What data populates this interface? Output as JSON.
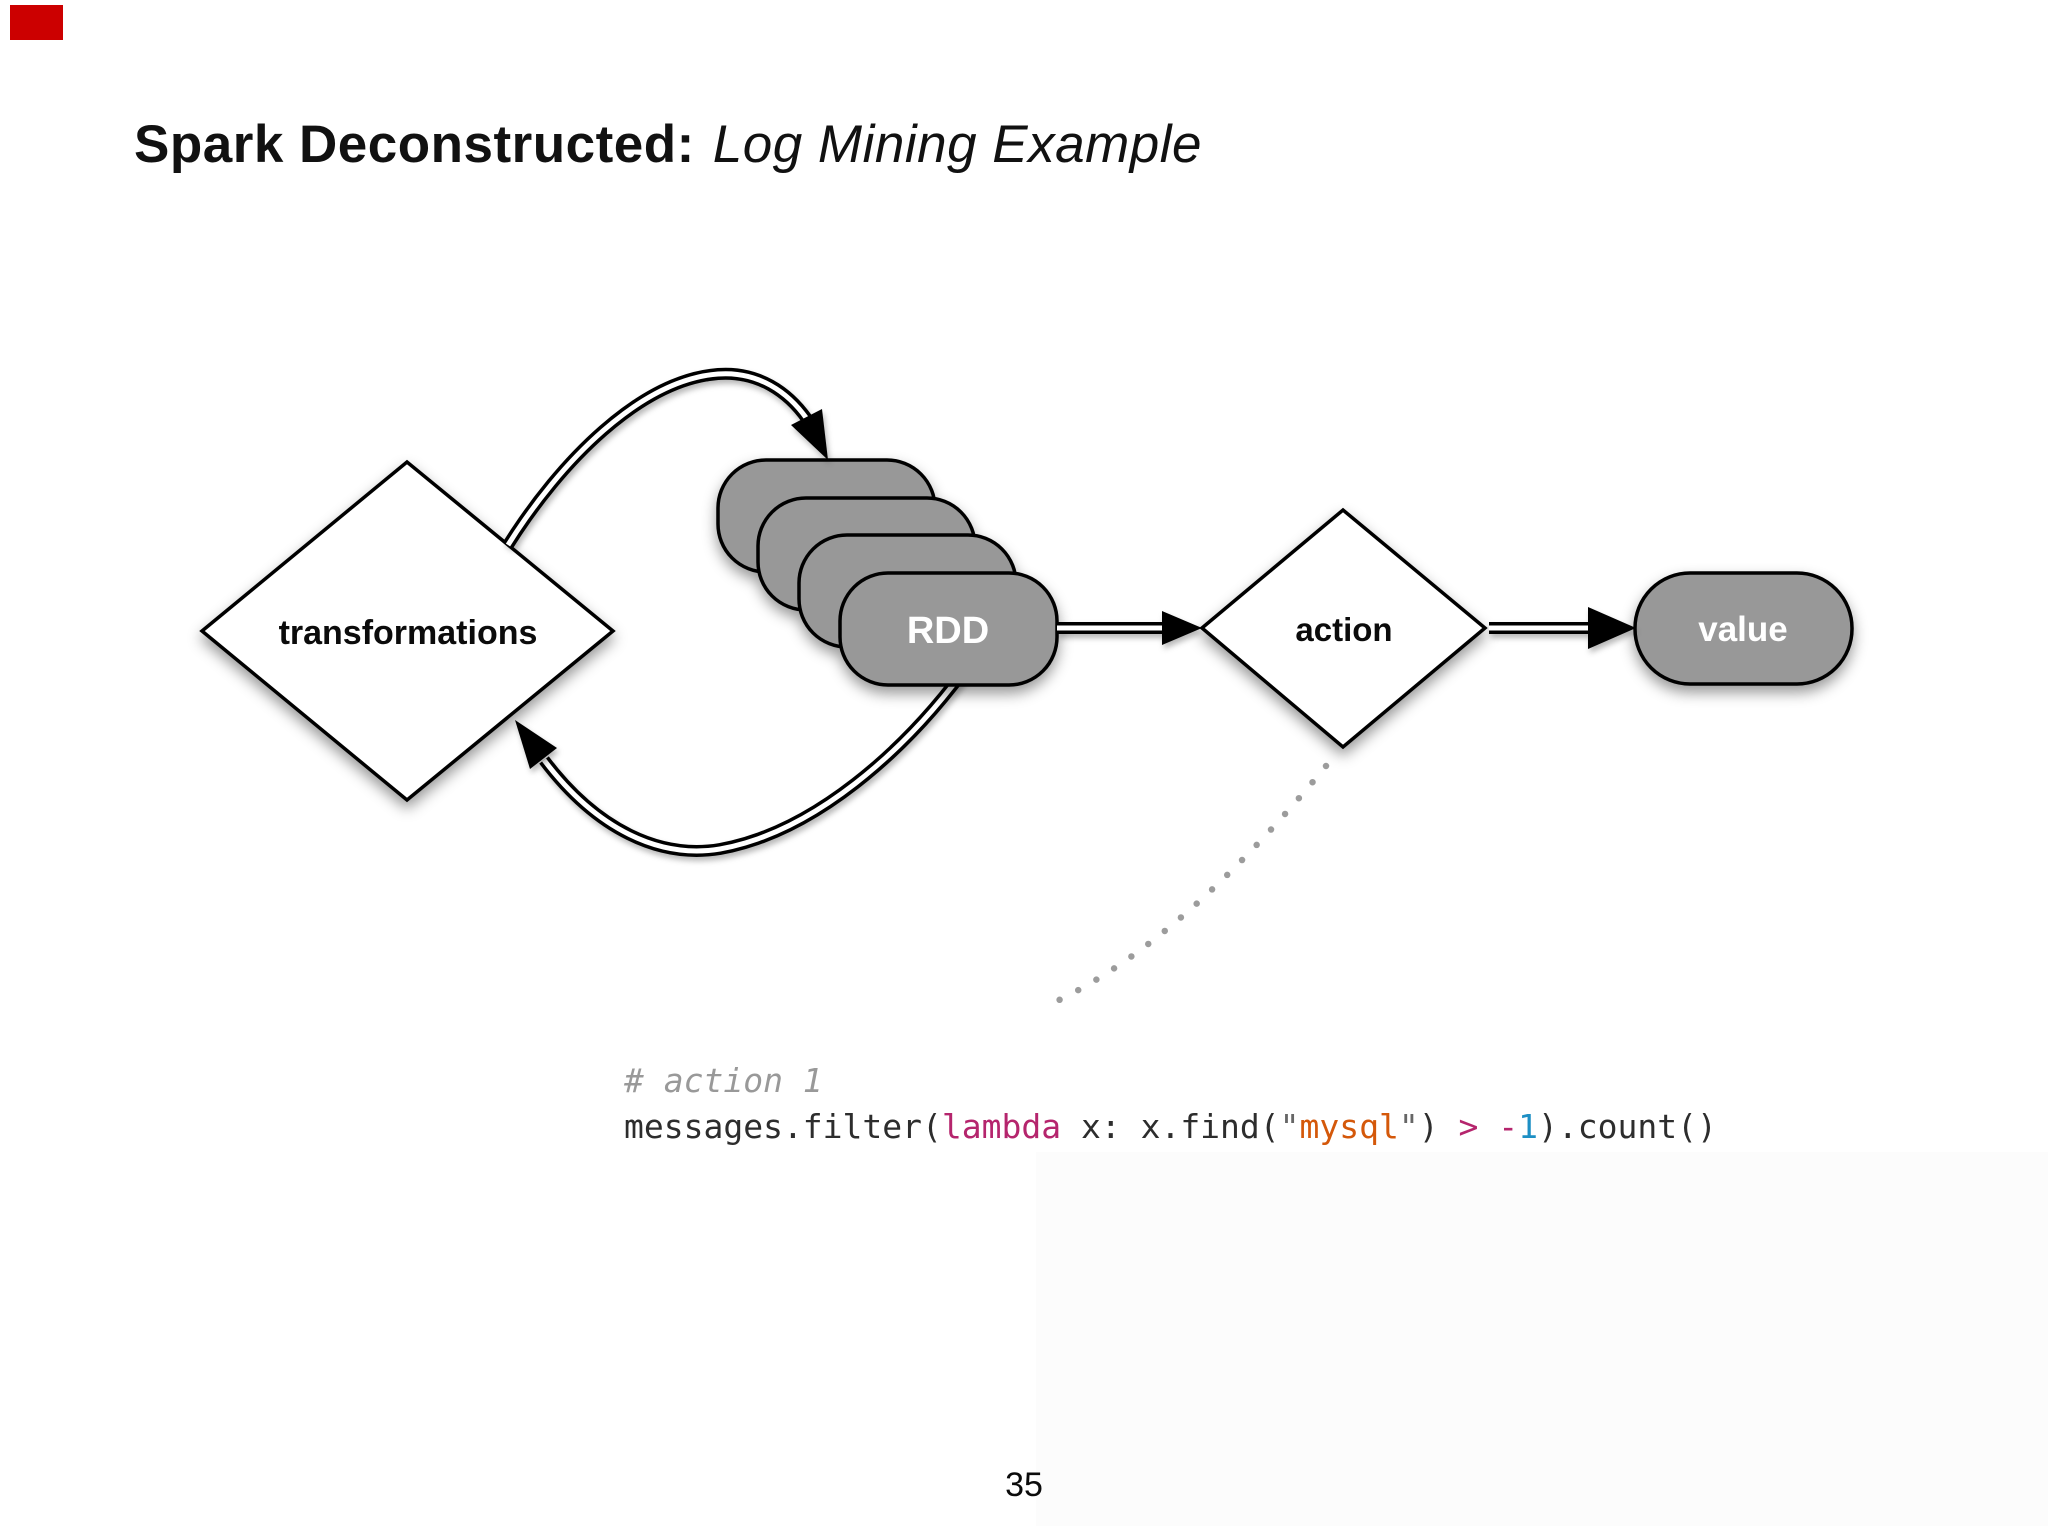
{
  "slide": {
    "title_bold": "Spark Deconstructed:",
    "title_italic": "Log Mining Example",
    "page_number": "35"
  },
  "diagram": {
    "transformations_label": "transformations",
    "rdd_label": "RDD",
    "action_label": "action",
    "value_label": "value"
  },
  "code": {
    "comment": "# action 1",
    "tokens": [
      {
        "type": "plain",
        "text": "messages.filter("
      },
      {
        "type": "keyword",
        "text": "lambda"
      },
      {
        "type": "plain",
        "text": " x: x.find("
      },
      {
        "type": "quote",
        "text": "\""
      },
      {
        "type": "string",
        "text": "mysql"
      },
      {
        "type": "quote",
        "text": "\""
      },
      {
        "type": "plain",
        "text": ") "
      },
      {
        "type": "operator",
        "text": ">"
      },
      {
        "type": "plain",
        "text": " "
      },
      {
        "type": "operator",
        "text": "-"
      },
      {
        "type": "number",
        "text": "1"
      },
      {
        "type": "plain",
        "text": ").count()"
      }
    ]
  },
  "colors": {
    "marker_red": "#cc0000",
    "title_color": "#111111",
    "node_gray": "#989898",
    "code_plain": "#2d2d2d",
    "code_comment": "#999999",
    "code_keyword": "#b5256d",
    "code_string": "#d4580a",
    "code_number": "#1d8fc4",
    "code_quote": "#666666"
  }
}
